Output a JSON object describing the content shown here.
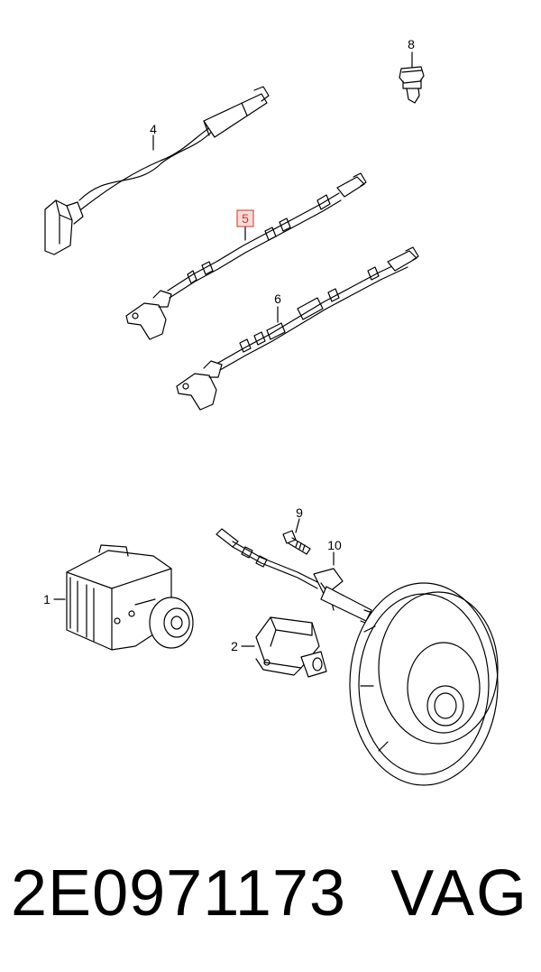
{
  "diagram": {
    "callouts": [
      {
        "id": "1",
        "label": "1"
      },
      {
        "id": "2",
        "label": "2"
      },
      {
        "id": "4",
        "label": "4"
      },
      {
        "id": "5",
        "label": "5",
        "highlighted": true
      },
      {
        "id": "6",
        "label": "6"
      },
      {
        "id": "8",
        "label": "8"
      },
      {
        "id": "9",
        "label": "9"
      },
      {
        "id": "10",
        "label": "10"
      }
    ],
    "highlight_color": "#d0342c",
    "line_color": "#000000"
  },
  "footer": {
    "part_number": "2E0971173",
    "brand": "VAG"
  }
}
